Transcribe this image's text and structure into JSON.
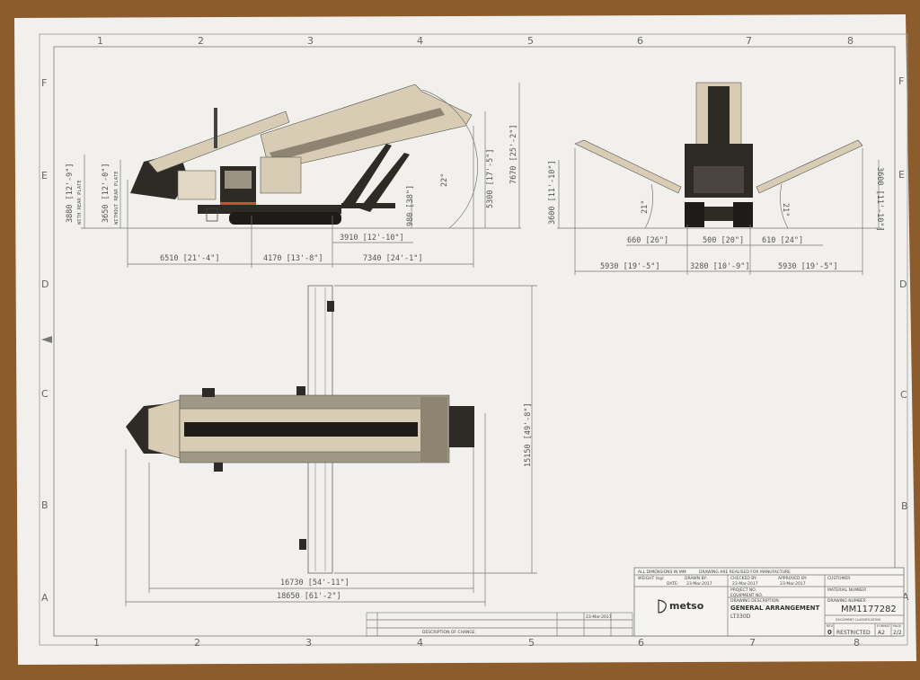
{
  "grid": {
    "columns": [
      "1",
      "2",
      "3",
      "4",
      "5",
      "6",
      "7",
      "8"
    ],
    "rows": [
      "F",
      "E",
      "D",
      "C",
      "B",
      "A"
    ]
  },
  "side_view": {
    "h_with_plate": "3880 [12'-9\"]",
    "with_plate_note": "WITH REAR PLATE",
    "h_without_plate": "3650 [12'-0\"]",
    "without_plate_note": "WITHOUT REAR PLATE",
    "clearance": "980 [38\"]",
    "angle": "22°",
    "h_discharge": "5300 [17'-5\"]",
    "h_total": "7670 [25'-2\"]",
    "overhang": "3910 [12'-10\"]",
    "len_rear": "6510 [21'-4\"]",
    "len_mid": "4170 [13'-8\"]",
    "len_front": "7340 [24'-1\"]"
  },
  "front_view": {
    "h_left": "3600 [11'-10\"]",
    "h_right": "3600 [11'-10\"]",
    "angle_left": "21°",
    "angle_right": "21°",
    "gap_left": "660 [26\"]",
    "gap_mid": "500 [20\"]",
    "gap_right": "610 [24\"]",
    "width_left": "5930 [19'-5\"]",
    "width_mid": "3280 [10'-9\"]",
    "width_right": "5930 [19'-5\"]"
  },
  "top_view": {
    "width_total": "15150 [49'-8\"]",
    "len_inner": "16730 [54'-11\"]",
    "len_total": "18650 [61'-2\"]"
  },
  "title_block": {
    "units_note": "ALL DIMENSIONS IN MM",
    "drawing_note": "DRAWING ARE REALISED FOR MANUFACTURE",
    "weight_label": "WEIGHT (kg)",
    "drawn_by": "DRAWN BY:",
    "checked_by": "CHECKED BY:",
    "approved_by": "APPROVED BY:",
    "date_label": "DATE:",
    "date_drawn": "23-Mar-2017",
    "date_checked": "23-Mar-2017",
    "date_approved": "23-Mar-2017",
    "customer_label": "CUSTOMER",
    "project_label": "PROJECT NO.",
    "equipment_label": "EQUIPMENT NO.",
    "material_label": "MATERIAL NUMBER",
    "logo": "metso",
    "description_label": "DRAWING DESCRIPTION",
    "description": "GENERAL ARRANGEMENT",
    "model": "LT330D",
    "number_label": "DRAWING NUMBER",
    "drawing_number": "MM1177282",
    "rev_label": "REV",
    "rev": "0",
    "classification_label": "DOCUMENT CLASSIFICATION",
    "classification": "RESTRICTED",
    "format_label": "FORMAT",
    "format": "A2",
    "page_label": "PAGE",
    "page": "2/2",
    "change_label": "DESCRIPTION OF CHANGE",
    "change_date": "23-Mar-2017"
  },
  "colors": {
    "wood": "#8d5c2c",
    "paper": "#f1f0ec",
    "machine_dark": "#2e2a26",
    "machine_beige": "#d8cdb4",
    "accent": "#c0553a"
  }
}
